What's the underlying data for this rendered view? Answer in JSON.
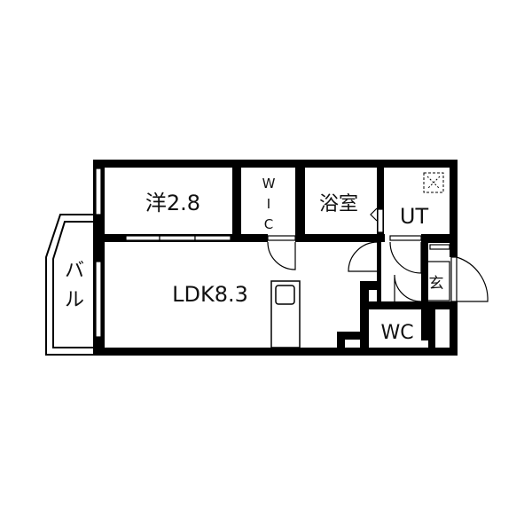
{
  "floorplan": {
    "rooms": {
      "western_room": "洋2.8",
      "wic": [
        "W",
        "I",
        "C"
      ],
      "bath": "浴室",
      "utility": "UT",
      "ldk": "LDK8.3",
      "balcony": [
        "バ",
        "ル"
      ],
      "entrance": "玄",
      "toilet": "WC"
    },
    "colors": {
      "wall": "#000000",
      "background": "#ffffff"
    }
  }
}
